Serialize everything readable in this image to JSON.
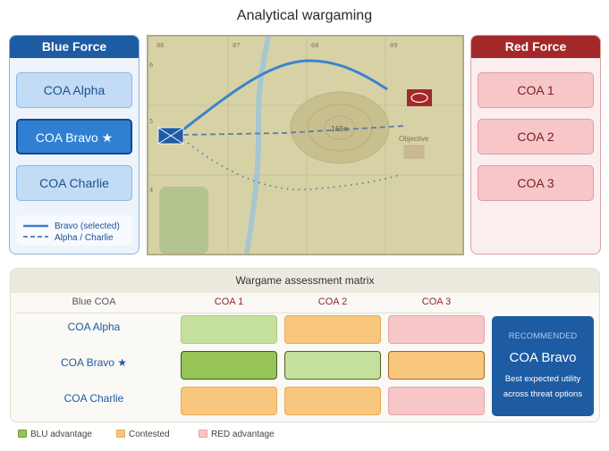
{
  "title": "Analytical wargaming",
  "blue_force": {
    "header": "Blue Force",
    "coas": [
      "COA Alpha",
      "COA Bravo ★",
      "COA Charlie"
    ],
    "selected": "COA Bravo",
    "legend": {
      "solid": "Bravo (selected)",
      "dashed": "Alpha / Charlie"
    }
  },
  "red_force": {
    "header": "Red Force",
    "coas": [
      "COA 1",
      "COA 2",
      "COA 3"
    ]
  },
  "map": {
    "grid_cols": [
      "06",
      "07",
      "08",
      "09"
    ],
    "grid_rows": [
      "6",
      "5",
      "4"
    ],
    "elevation_label": "165m",
    "objective_label": "Objective"
  },
  "matrix": {
    "header": "Wargame assessment matrix",
    "row_header": "Blue COA",
    "columns": [
      "COA 1",
      "COA 2",
      "COA 3"
    ],
    "rows": [
      {
        "label": "COA Alpha",
        "cells": [
          "blu-light",
          "contested",
          "red"
        ]
      },
      {
        "label": "COA Bravo ★",
        "cells": [
          "blu",
          "blu-light",
          "contested"
        ]
      },
      {
        "label": "COA Charlie",
        "cells": [
          "contested",
          "contested",
          "red"
        ]
      }
    ],
    "recommendation": {
      "tag": "RECOMMENDED",
      "coa": "COA Bravo",
      "line1": "Best expected utility",
      "line2": "across threat options"
    }
  },
  "legend": {
    "blu": "BLU advantage",
    "contested": "Contested",
    "red": "RED advantage"
  },
  "colors": {
    "blue": "#1d5ba3",
    "red": "#a3282a",
    "blu_adv": "#96c457",
    "contested": "#f8c67c",
    "red_adv": "#f7c6c9"
  }
}
